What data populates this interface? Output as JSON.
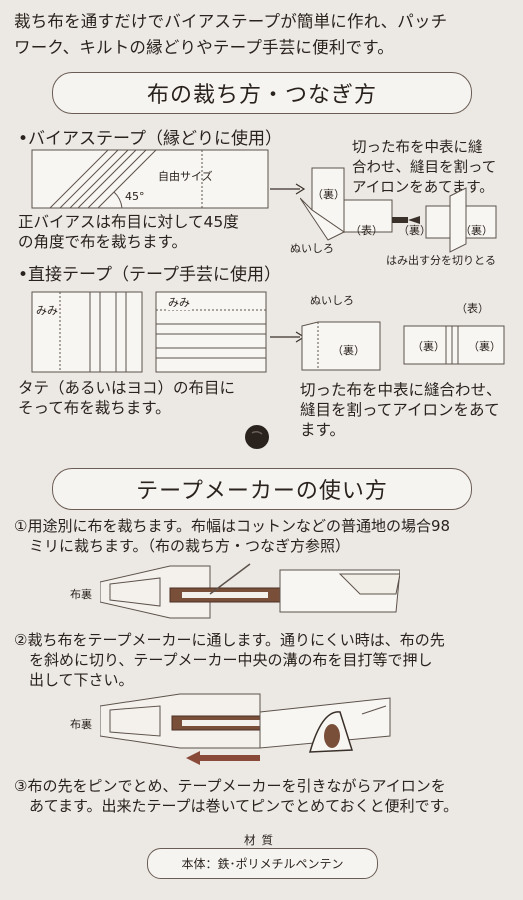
{
  "intro": {
    "line1": "裁ち布を通すだけでバイアステープが簡単に作れ、パッチ",
    "line2": "ワーク、キルトの縁どりやテープ手芸に便利です。"
  },
  "section1": {
    "title": "布の裁ち方・つなぎ方",
    "bias_heading": "•バイアステープ（縁どりに使用）",
    "bias_desc": "正バイアスは布目に対して45度\nの角度で布を裁ちます。",
    "angle_label": "45°",
    "free_size_label": "自由サイズ",
    "sew_desc": "切った布を中表に縫\n合わせ、縫目を割って\nアイロンをあてます。",
    "ura": "（裏）",
    "omote": "（表）",
    "seam_allowance": "ぬいしろ",
    "trim_note": "はみ出す分を切りとる",
    "straight_heading": "•直接テープ（テープ手芸に使用）",
    "mimi": "みみ",
    "straight_desc": "タテ（あるいはヨコ）の布目に\nそって布を裁ちます。",
    "straight_sew_desc": "切った布を中表に縫合わせ、\n縫目を割ってアイロンをあて\nます。"
  },
  "section2": {
    "title": "テープメーカーの使い方",
    "step1": "①用途別に布を裁ちます。布幅はコットンなどの普通地の場合98\n　ミリに裁ちます。（布の裁ち方・つなぎ方参照）",
    "fabric_back": "布裏",
    "step2": "②裁ち布をテープメーカーに通します。通りにくい時は、布の先\n　を斜めに切り、テープメーカー中央の溝の布を目打等で押し\n　出して下さい。",
    "step3": "③布の先をピンでとめ、テープメーカーを引きながらアイロンを\n　あてます。出来たテープは巻いてピンでとめておくと便利です。"
  },
  "material": {
    "title": "材質",
    "body": "本体：鉄･ポリメチルペンテン"
  },
  "colors": {
    "background": "#ece9e4",
    "ink": "#2a221d",
    "tool_brown": "#7a4f3a",
    "arrow_brown": "#8a4a3a"
  }
}
